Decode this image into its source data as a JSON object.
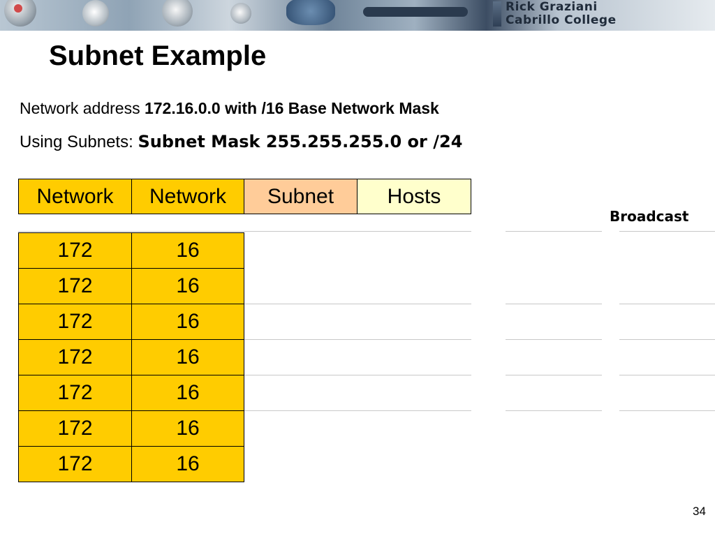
{
  "header": {
    "author_line1": "Rick Graziani",
    "author_line2": "Cabrillo College"
  },
  "slide": {
    "title": "Subnet Example",
    "line1_regular": "Network address ",
    "line1_bold": "172.16.0.0 with /16 Base Network Mask",
    "line2_regular": "Using Subnets: ",
    "line2_bold": "Subnet Mask 255.255.255.0 or /24",
    "page_number": "34"
  },
  "table": {
    "headers": [
      "Network",
      "Network",
      "Subnet",
      "Hosts"
    ],
    "broadcast_label": "Broadcast",
    "rows": [
      {
        "net1": "172",
        "net2": "16"
      },
      {
        "net1": "172",
        "net2": "16"
      },
      {
        "net1": "172",
        "net2": "16"
      },
      {
        "net1": "172",
        "net2": "16"
      },
      {
        "net1": "172",
        "net2": "16"
      },
      {
        "net1": "172",
        "net2": "16"
      },
      {
        "net1": "172",
        "net2": "16"
      }
    ]
  },
  "colors": {
    "network_header": "#ffcc00",
    "subnet_header": "#ffcc99",
    "hosts_header": "#ffffcc",
    "data_cell": "#ffcc00"
  }
}
